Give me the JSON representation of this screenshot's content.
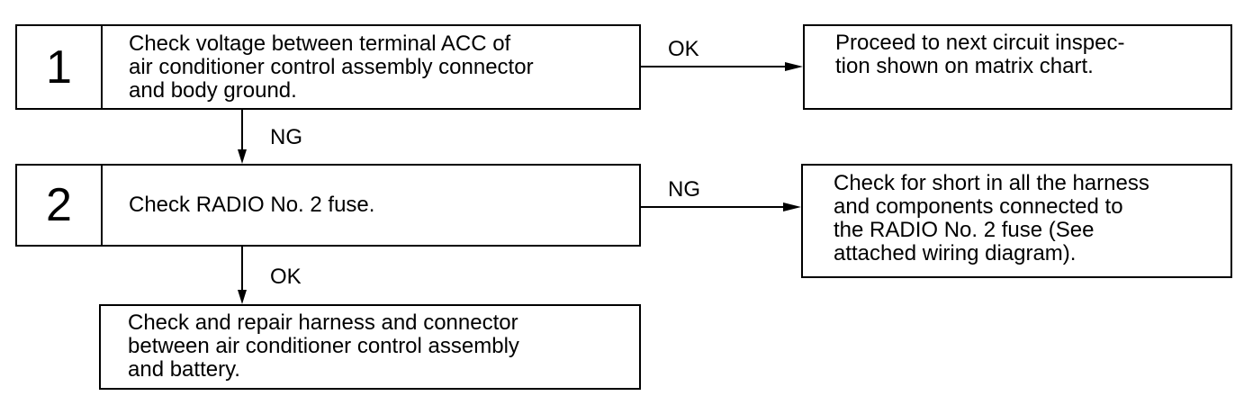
{
  "steps": [
    {
      "number": "1",
      "text": "Check voltage between terminal ACC of\nair conditioner control assembly connector\nand body ground."
    },
    {
      "number": "2",
      "text": "Check RADIO No. 2 fuse."
    }
  ],
  "result_boxes": {
    "proceed": "Proceed to next circuit inspec-\ntion shown on matrix chart.",
    "check_short": "Check for short in all the harness\nand components connected to\nthe RADIO No. 2 fuse (See\nattached wiring diagram).",
    "repair": "Check and repair harness and connector\nbetween air conditioner control assembly\nand battery."
  },
  "branch_labels": {
    "step1_right": "OK",
    "step1_down": "NG",
    "step2_right": "NG",
    "step2_down": "OK"
  }
}
